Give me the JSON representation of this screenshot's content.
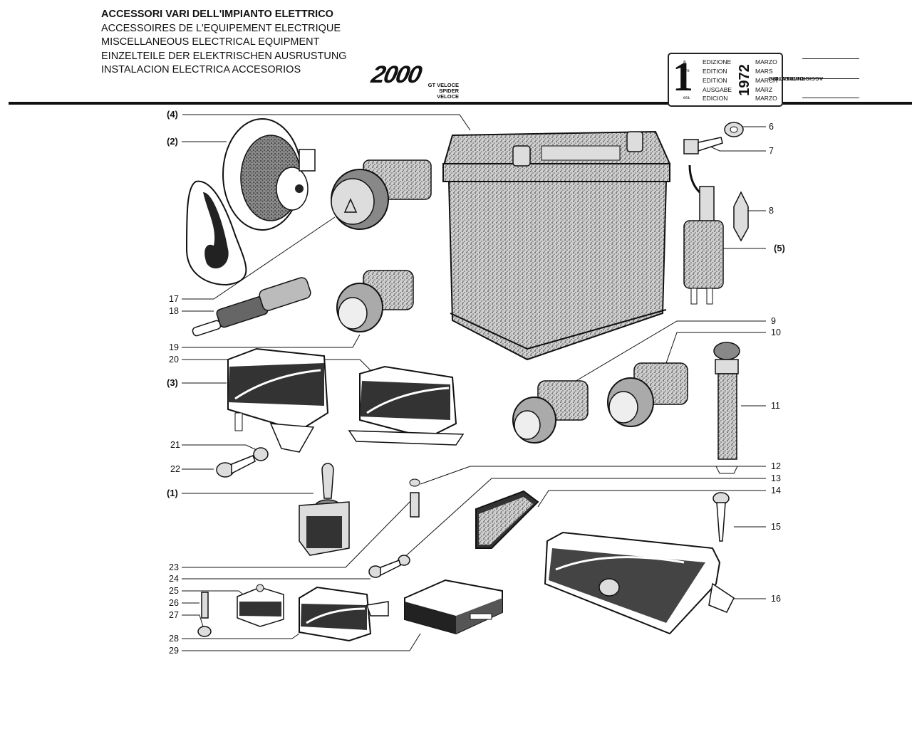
{
  "header": {
    "titles": [
      "ACCESSORI VARI DELL'IMPIANTO ELETTRICO",
      "ACCESSOIRES DE L'EQUIPEMENT ELECTRIQUE",
      "MISCELLANEOUS ELECTRICAL EQUIPMENT",
      "EINZELTEILE DER ELEKTRISCHEN AUSRUSTUNG",
      "INSTALACION ELECTRICA ACCESORIOS"
    ],
    "logo": "2000",
    "logo_sub1": "GT VELOCE",
    "logo_sub2": "SPIDER VELOCE"
  },
  "edition": {
    "number": "1",
    "suffixes": [
      "a",
      "ere",
      "st",
      ".",
      "era"
    ],
    "words": [
      "EDIZIONE",
      "EDITION",
      "EDITION",
      "AUSGABE",
      "EDICION"
    ],
    "year": "1972",
    "months": [
      "MARZO",
      "MARS",
      "MARCH",
      "MÄRZ",
      "MARZO"
    ],
    "update_label_1": "DATA ULTIMO",
    "update_label_2": "AGGIORNAMENTO"
  },
  "callouts": {
    "g4": "(4)",
    "g2": "(2)",
    "g5": "(5)",
    "g3": "(3)",
    "g1": "(1)",
    "n6": "6",
    "n7": "7",
    "n8": "8",
    "n9": "9",
    "n10": "10",
    "n11": "11",
    "n12": "12",
    "n13": "13",
    "n14": "14",
    "n15": "15",
    "n16": "16",
    "n17": "17",
    "n18": "18",
    "n19": "19",
    "n20": "20",
    "n21": "21",
    "n22": "22",
    "n23": "23",
    "n24": "24",
    "n25": "25",
    "n26": "26",
    "n27": "27",
    "n28": "28",
    "n29": "29"
  }
}
